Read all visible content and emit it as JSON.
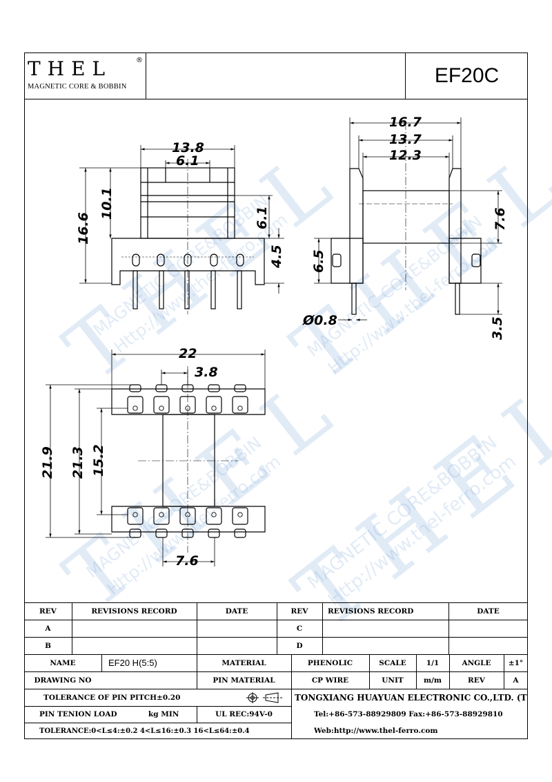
{
  "header": {
    "logo_text": "THEL",
    "logo_registered": "®",
    "logo_subtitle": "MAGNETIC CORE & BOBBIN",
    "part_number": "EF20C"
  },
  "watermark": {
    "brand": "THEL",
    "line1": "MAGNETIC CORE&BOBBIN",
    "line2": "Http://www.thel-ferro.com",
    "registered": "®"
  },
  "dimensions": {
    "front": {
      "width_outer": "13.8",
      "width_inner": "6.1",
      "height_total": "16.6",
      "height_upper": "10.1",
      "flange_gap": "6.1",
      "base_height": "4.5"
    },
    "side": {
      "length_outer": "16.7",
      "length_mid": "13.7",
      "length_inner": "12.3",
      "core_height": "7.6",
      "base_height": "6.5",
      "pin_diameter": "Ø0.8",
      "pin_length": "3.5"
    },
    "bottom": {
      "width_total": "22",
      "pin_pitch": "3.8",
      "length_total": "21.9",
      "length_body": "21.3",
      "row_spacing": "15.2",
      "core_width": "7.6"
    }
  },
  "title_block": {
    "rev_header": "REV",
    "revisions_header": "REVISIONS RECORD",
    "date_header": "DATE",
    "rev_a": "A",
    "rev_b": "B",
    "rev_c": "C",
    "rev_d": "D",
    "name_label": "NAME",
    "name_value": "EF20 H(5:5)",
    "material_label": "MATERIAL",
    "material_value": "PHENOLIC",
    "scale_label": "SCALE",
    "scale_value": "1/1",
    "angle_label": "ANGLE",
    "angle_value": "±1°",
    "drawing_no_label": "DRAWING NO",
    "pin_material_label": "PIN MATERIAL",
    "pin_material_value": "CP WIRE",
    "unit_label": "UNIT",
    "unit_value": "m/m",
    "rev_label": "REV",
    "rev_value": "A",
    "tolerance_pitch": "TOLERANCE OF PIN PITCH±0.20",
    "company": "TONGXIANG HUAYUAN ELECTRONIC CO.,LTD.  (THEL)",
    "pin_tension_label": "PIN TENION LOAD",
    "pin_tension_unit": "kg MIN",
    "ul_rec": "UL REC:94V-0",
    "phone": "Tel:+86-573-88929809 Fax:+86-573-88929810",
    "tolerance_general": "TOLERANCE:0<L≤4:±0.2  4<L≤16:±0.3  16<L≤64:±0.4",
    "web": "Web:http://www.thel-ferro.com"
  }
}
